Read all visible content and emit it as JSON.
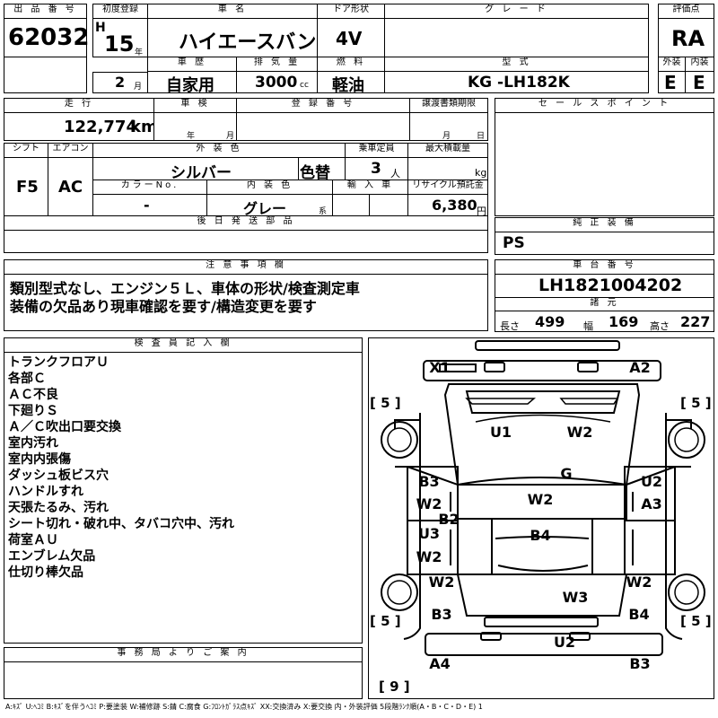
{
  "headers": {
    "lot_no": "出 品 番 号",
    "first_reg": "初度登録",
    "car_name": "車 名",
    "door": "ドア形状",
    "grade": "グ レ ー ド",
    "score": "評価点",
    "history": "車 歴",
    "displacement": "排 気 量",
    "fuel": "燃 料",
    "model_code": "型 式",
    "exterior": "外装",
    "interior": "内装",
    "mileage": "走 行",
    "inspection": "車 検",
    "reg_no": "登 録 番 号",
    "transfer_deadline": "譲渡書類期限",
    "sales_points": "セ ー ル ス ポ イ ン ト",
    "shift": "シフト",
    "ac": "エアコン",
    "ext_color": "外 装 色",
    "capacity": "乗車定員",
    "max_load": "最大積載量",
    "color_no": "カラーNo.",
    "int_color": "内 装 色",
    "import": "輸 入 車",
    "recycle_fee": "リサイクル預託金",
    "later_parts": "後 日 発 送 部 品",
    "genuine": "純 正 装 備",
    "notes": "注 意 事 項 欄",
    "chassis_no": "車 台 番 号",
    "dimensions": "諸 元",
    "inspector": "検 査 員 記 入 欄",
    "office_info": "事 務 局 よ り ご 案 内"
  },
  "vehicle": {
    "lot_no": "62032",
    "era": "H",
    "year": "15",
    "month": "2",
    "name": "ハイエースバン",
    "door": "4V",
    "grade": "",
    "score": "RA",
    "history": "自家用",
    "displacement": "3000",
    "fuel": "軽油",
    "model_code": "KG -LH182K",
    "exterior_grade": "E",
    "interior_grade": "E",
    "mileage": "122,774",
    "mileage_unit": "km",
    "shift": "F5",
    "ac": "AC",
    "ext_color": "シルバー",
    "color_change": "色替",
    "capacity": "3",
    "color_no": "-",
    "int_color": "グレー",
    "recycle_fee": "6,380",
    "genuine": "PS",
    "chassis_no": "LH1821004202",
    "length": "499",
    "width": "169",
    "height": "227"
  },
  "units": {
    "year": "年",
    "month": "月",
    "day": "日",
    "cc": "cc",
    "person": "人",
    "kg": "kg",
    "yen": "円",
    "kei": "系",
    "length": "長さ",
    "width": "幅",
    "height": "高さ"
  },
  "notes": [
    "類別型式なし、エンジン５Ｌ、車体の形状/検査測定車",
    "装備の欠品あり現車確認を要す/構造変更を要す"
  ],
  "inspector_lines": [
    "トランクフロアＵ",
    "各部Ｃ",
    "ＡＣ不良",
    "下廻りＳ",
    "Ａ／Ｃ吹出口要交換",
    "室内汚れ",
    "室内内張傷",
    "ダッシュ板ビス穴",
    "ハンドルすれ",
    "天張たるみ、汚れ",
    "シート切れ・破れ中、タバコ穴中、汚れ",
    "荷室ＡＵ",
    "エンブレム欠品",
    "仕切り棒欠品"
  ],
  "diagram_marks": {
    "X1": "X1",
    "A2": "A2",
    "U1": "U1",
    "W2_hood": "W2",
    "G": "G",
    "B3_left": "B3",
    "W2_left1": "W2",
    "B2": "B2",
    "U3": "U3",
    "W2_left2": "W2",
    "W2_left3": "W2",
    "B3_left_rear": "B3",
    "W2_center": "W2",
    "B4_center": "B4",
    "W3": "W3",
    "U2_right": "U2",
    "A3": "A3",
    "W2_right": "W2",
    "B4_right": "B4",
    "U2_rear": "U2",
    "A4": "A4",
    "B3_rear": "B3",
    "tire_fl": "[ 5 ]",
    "tire_fr": "[ 5 ]",
    "tire_rl": "[ 5 ]",
    "tire_rr": "[ 5 ]",
    "spare": "[ 9 ]"
  },
  "legend": "A:ｷｽﾞ U:ﾍｺﾐ B:ｷｽﾞを伴うﾍｺﾐ P:要塗装 W:補修跡 S:錆 C:腐食 G:ﾌﾛﾝﾄｶﾞﾗｽ点ｷｽﾞ XX:交換済み X:要交換 内・外装評価 5段階ﾗﾝｸ順(A・B・C・D・E) 1"
}
